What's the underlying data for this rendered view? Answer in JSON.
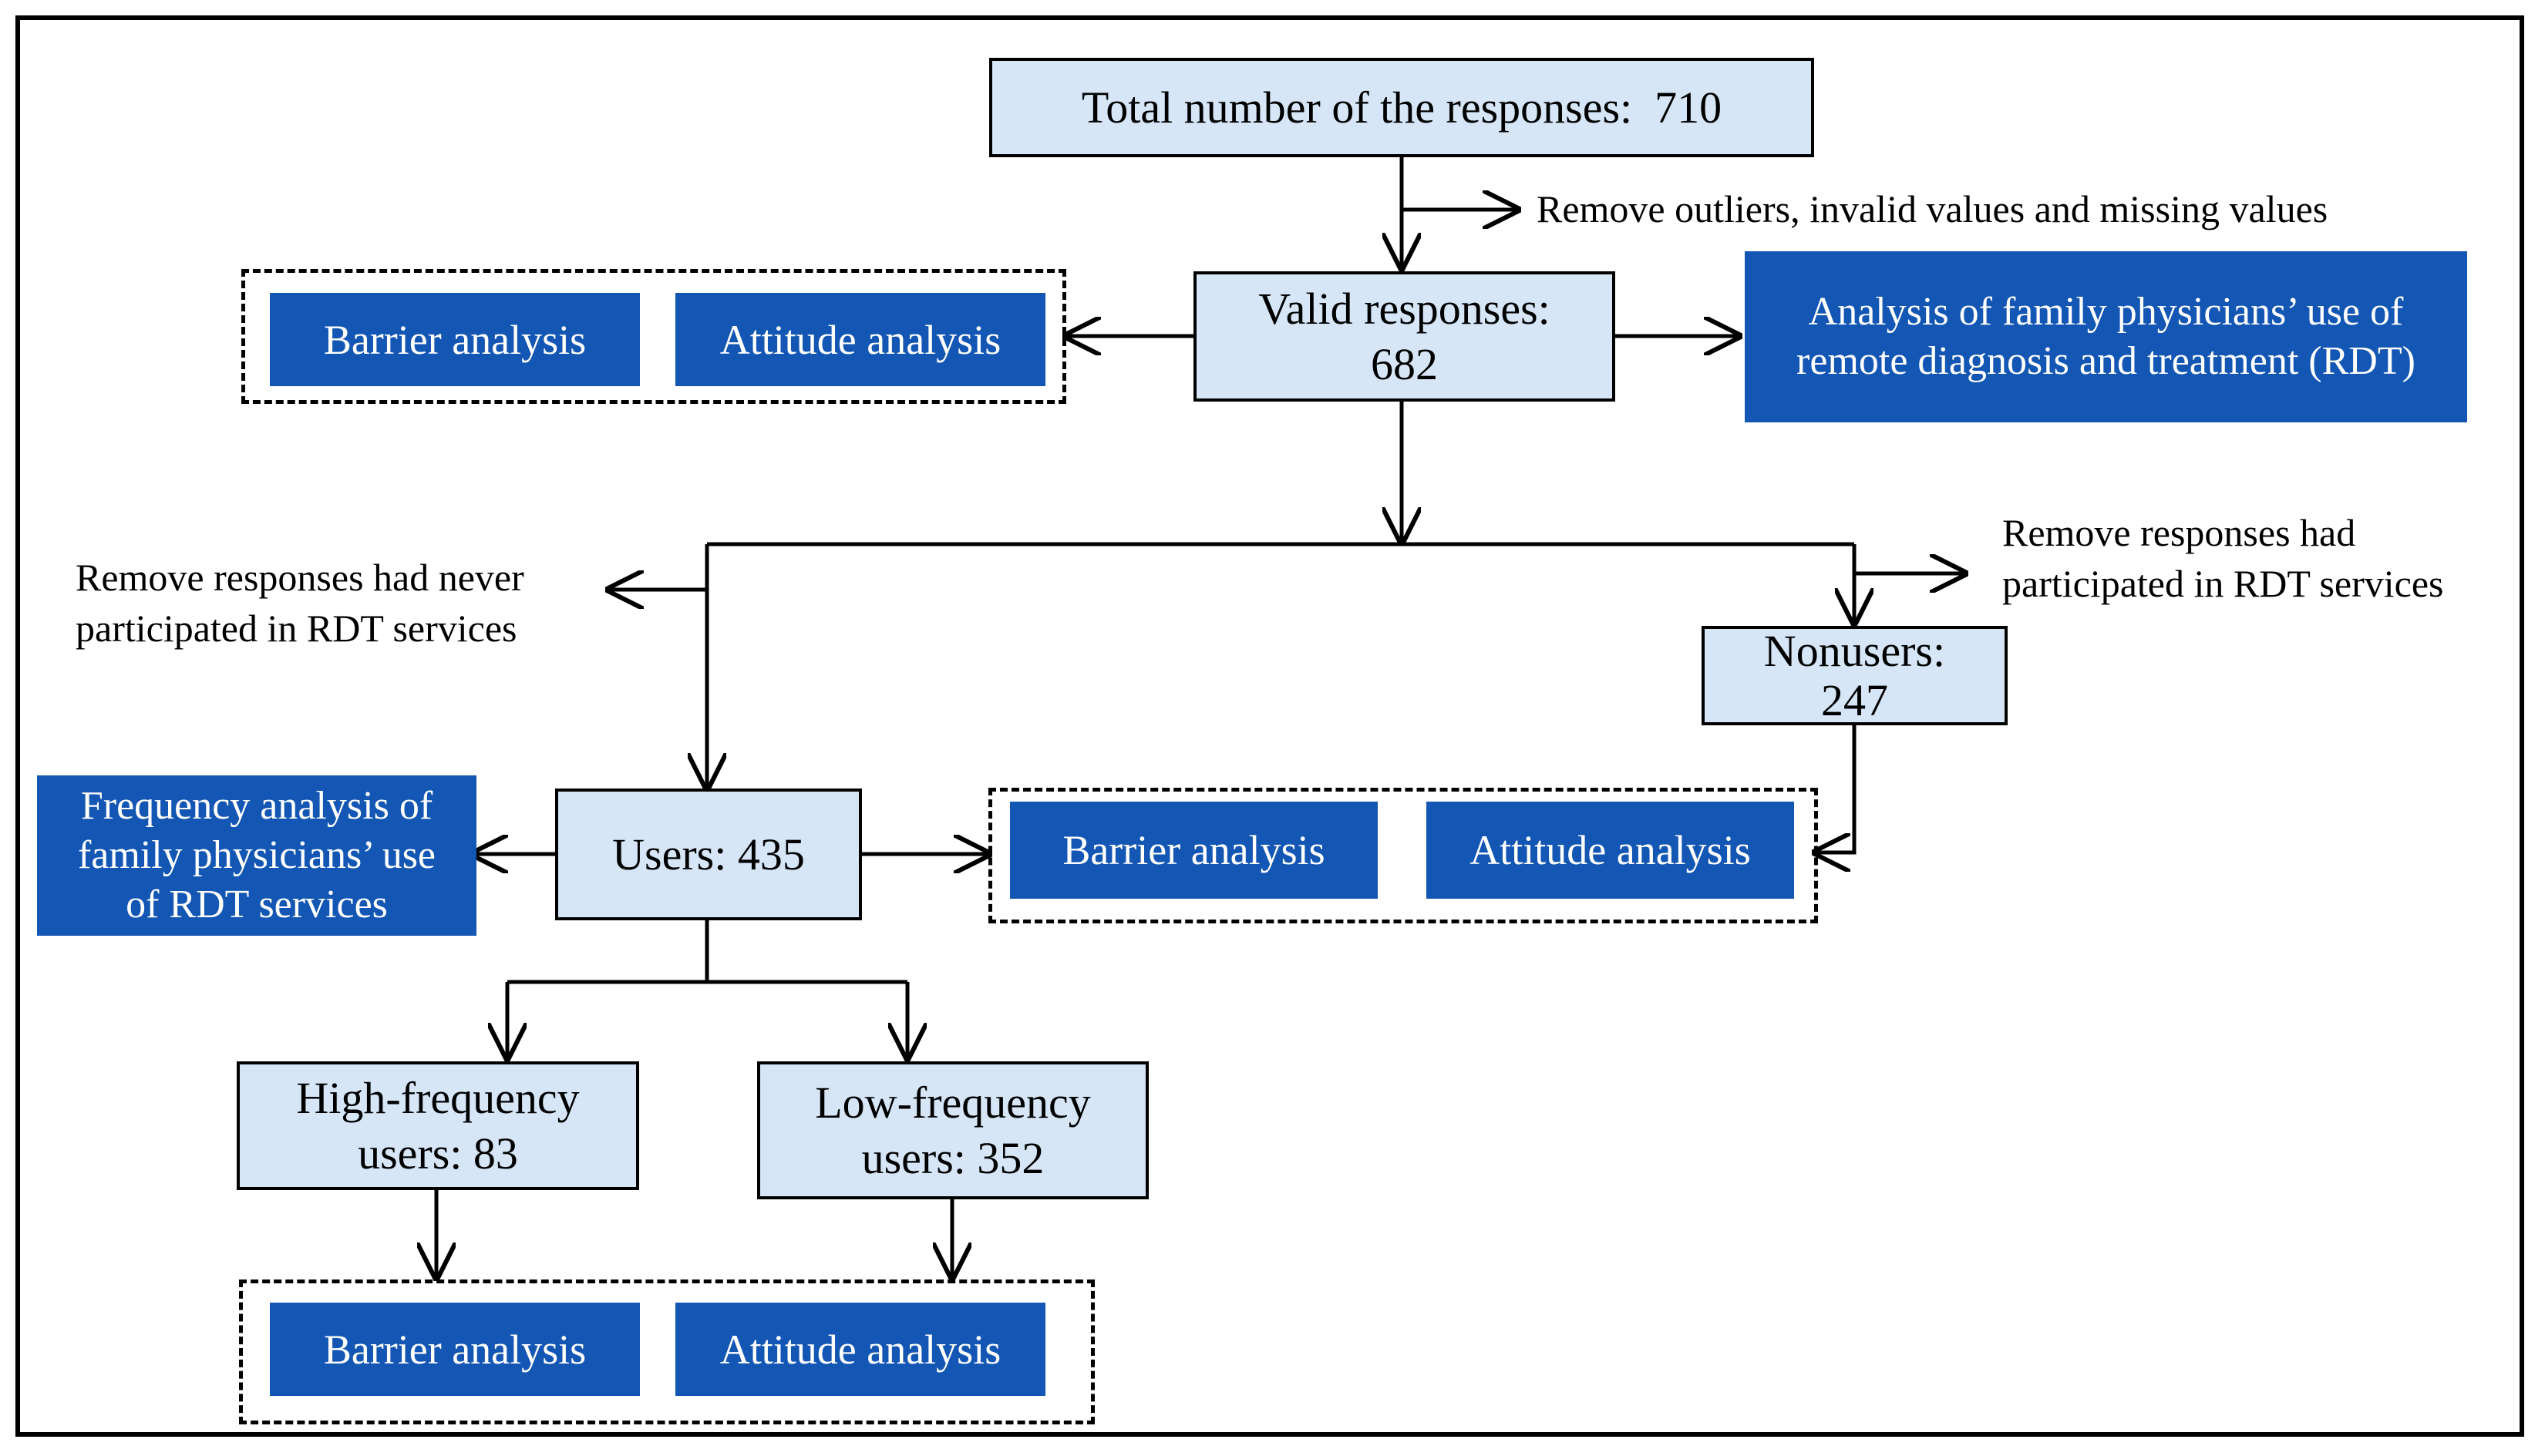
{
  "total": {
    "label": "Total number of the responses:",
    "value": "710"
  },
  "remove_invalid_note": "Remove outliers, invalid values and  missing values",
  "valid": {
    "label": "Valid responses:",
    "value": "682"
  },
  "analysis_rdt": [
    "Analysis of family physicians’ use of",
    "remote diagnosis and treatment (RDT)"
  ],
  "remove_never_note": [
    "Remove responses had never",
    "participated in RDT services"
  ],
  "remove_had_note": [
    "Remove responses had",
    "participated in RDT services"
  ],
  "nonusers": {
    "label": "Nonusers:",
    "value": "247"
  },
  "users": "Users: 435",
  "frequency_analysis": [
    "Frequency analysis of",
    "family physicians’ use",
    "of  RDT services"
  ],
  "high_freq": [
    "High-frequency",
    "users: 83"
  ],
  "low_freq": [
    "Low-frequency",
    "users: 352"
  ],
  "groups": {
    "top": {
      "barrier": "Barrier analysis",
      "attitude": "Attitude analysis"
    },
    "middle": {
      "barrier": "Barrier analysis",
      "attitude": "Attitude analysis"
    },
    "bottom": {
      "barrier": "Barrier analysis",
      "attitude": "Attitude analysis"
    }
  },
  "colors": {
    "light_fill": "#d6e6f7",
    "dark_fill": "#1356b3",
    "stroke": "#000000"
  }
}
